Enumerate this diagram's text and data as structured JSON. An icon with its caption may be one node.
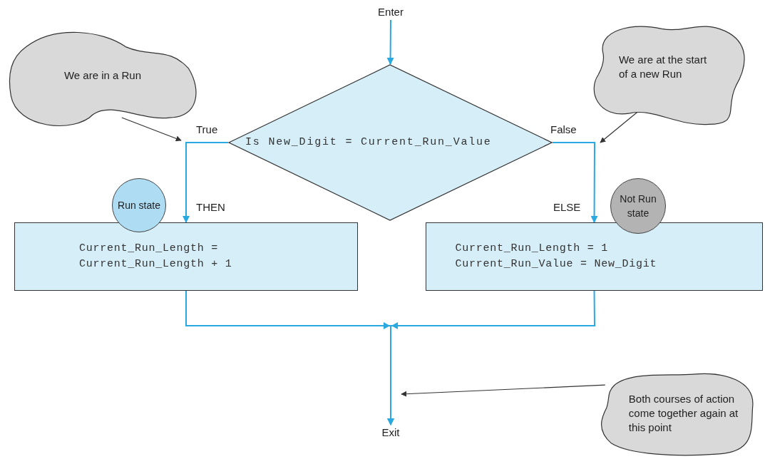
{
  "diagram": {
    "nodes": [
      {
        "text": [
          "Enter"
        ]
      },
      {
        "text": [
          "Is New_Digit = Current_Run_Value"
        ]
      },
      {
        "text": [
          "Current_Run_Length = Current_Run_Length + 1"
        ]
      },
      {
        "text": [
          "Current_Run_Length = 1 Current_Run_Value = New_Digit"
        ]
      },
      {
        "text": [
          "Exit"
        ]
      },
      {
        "text": [
          "We are in a Run"
        ]
      },
      {
        "text": [
          "We are at the start of a new Run"
        ]
      },
      {
        "text": [
          "Run state"
        ]
      },
      {
        "text": [
          "Not Run state"
        ]
      },
      {
        "text": [
          "Both courses of action come together again at this point"
        ]
      }
    ],
    "edges": [
      {
        "from": 0,
        "to": 1,
        "arrow": "to"
      },
      {
        "from": 1,
        "to": 2,
        "arrow": "to",
        "label": "True"
      },
      {
        "from": 1,
        "to": 3,
        "arrow": "to",
        "label": "False"
      },
      {
        "from": 2,
        "to": 4,
        "arrow": "to"
      },
      {
        "from": 3,
        "to": 4,
        "arrow": "to"
      },
      {
        "from": 5,
        "to": null,
        "arrow": "to",
        "color": "#333333"
      },
      {
        "from": 6,
        "to": null,
        "arrow": "to",
        "color": "#333333"
      },
      {
        "from": 9,
        "to": null,
        "arrow": "to",
        "color": "#333333"
      }
    ],
    "labels": [
      "THEN",
      "ELSE"
    ]
  }
}
